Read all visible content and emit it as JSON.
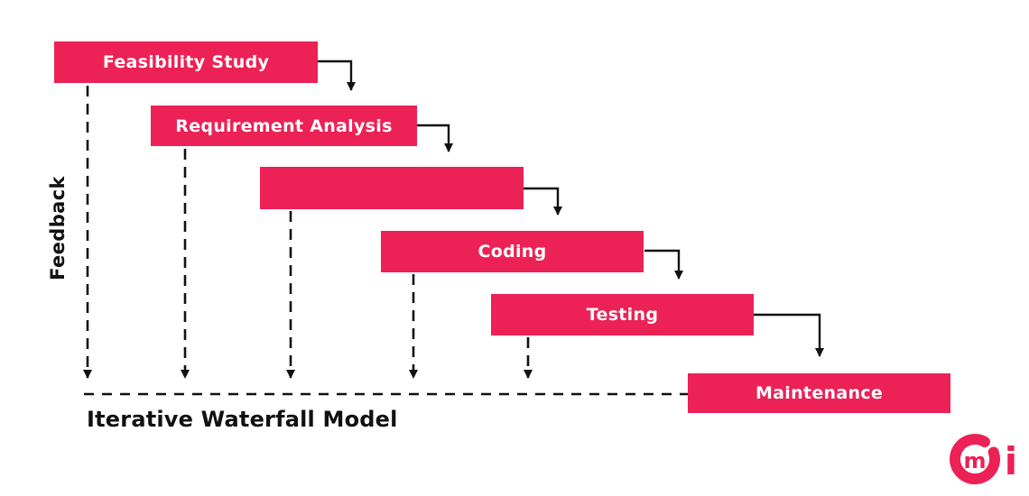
{
  "diagram": {
    "title": "Iterative Waterfall Model",
    "feedback_label": "Feedback",
    "phases": [
      {
        "label": "Feasibility Study"
      },
      {
        "label": "Requirement Analysis"
      },
      {
        "label": ""
      },
      {
        "label": "Coding"
      },
      {
        "label": "Testing"
      },
      {
        "label": "Maintenance"
      }
    ],
    "colors": {
      "phase_box": "#EC2155",
      "line": "#111111",
      "text_on_box": "#FFFFFF",
      "title_text": "#111111"
    },
    "logo": {
      "m": "m",
      "i": "i"
    }
  }
}
